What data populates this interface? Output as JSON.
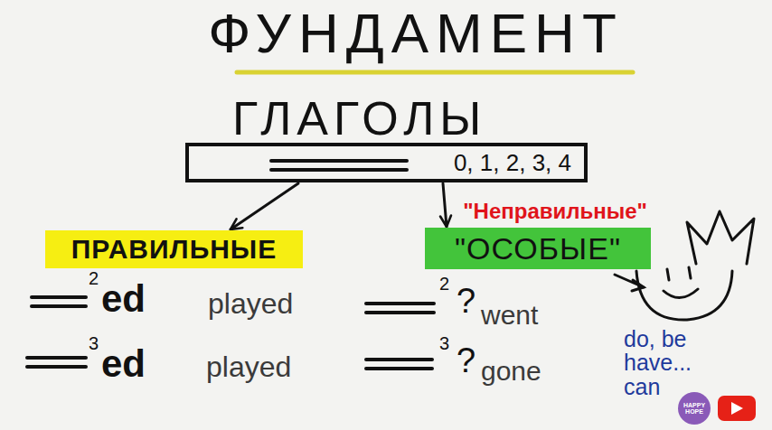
{
  "diagram": {
    "title": "ФУНДАМЕНТ",
    "nodes": [
      {
        "text": [
          "ГЛАГОЛЫ",
          "0, 1, 2, 3, 4"
        ]
      },
      {
        "text": [
          "ПРАВИЛЬНЫЕ"
        ]
      },
      {
        "text": [
          "\"Неправильные\"",
          "\"ОСОБЫЕ\""
        ]
      }
    ],
    "edges": [
      {
        "from": 0,
        "to": 1,
        "arrow": "to"
      },
      {
        "from": 0,
        "to": 2,
        "arrow": "to"
      }
    ],
    "labels": [
      "2",
      "ed",
      "played",
      "3",
      "ed",
      "played",
      "2",
      "?",
      "went",
      "3",
      "?",
      "gone",
      "do, be have... can",
      "HAPPY HOPE"
    ]
  }
}
